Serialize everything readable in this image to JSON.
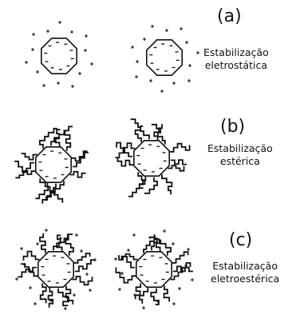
{
  "panels": [
    {
      "letter": "(a)",
      "label_lines": [
        "Estabilização",
        "eletrostática"
      ],
      "particles": 2,
      "stabilization": "electrostatic",
      "has_polymer_chains": false,
      "has_surface_charges": true,
      "has_counter_ions": true
    },
    {
      "letter": "(b)",
      "label_lines": [
        "Estabilização",
        "estérica"
      ],
      "particles": 2,
      "stabilization": "steric",
      "has_polymer_chains": true,
      "has_surface_charges": true,
      "has_counter_ions": false
    },
    {
      "letter": "(c)",
      "label_lines": [
        "Estabilização",
        "eletroestérica"
      ],
      "particles": 2,
      "stabilization": "electrosteric",
      "has_polymer_chains": true,
      "has_surface_charges": true,
      "has_counter_ions": true
    }
  ],
  "colors": {
    "ink": "#111111",
    "background": "#ffffff"
  }
}
